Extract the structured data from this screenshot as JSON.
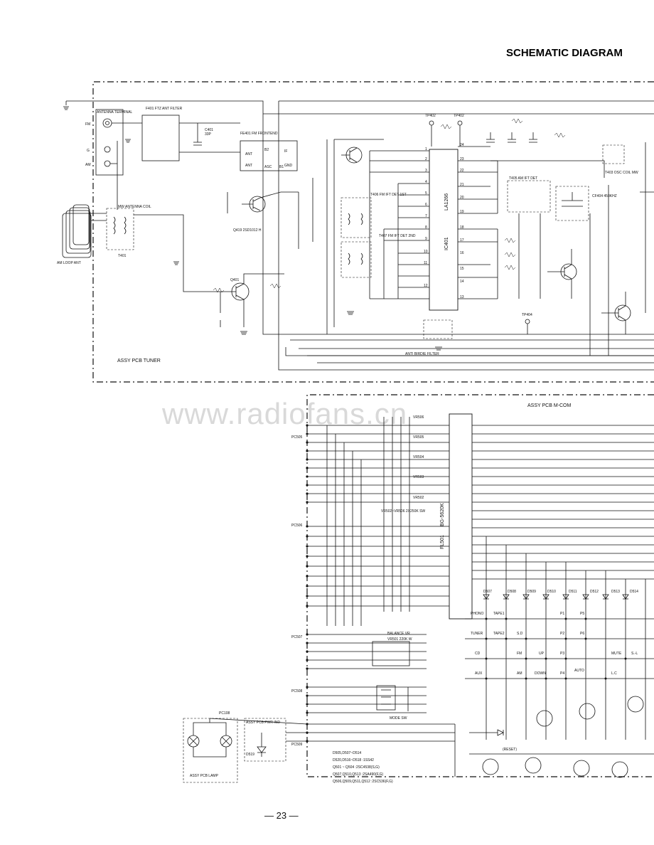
{
  "title": "SCHEMATIC DIAGRAM",
  "watermark": "www.radiofans.cn",
  "page_number": "— 23 —",
  "tuner": {
    "block_label": "ASSY PCB TUNER",
    "antenna_terminal": "ANTENNA TERMINAL",
    "fm": "FM",
    "g": "G",
    "am": "AM",
    "fm_filter": "F401 FTZ ANT FILTER",
    "fm_frontend": "FE401 FM FRONTEND",
    "mw_coil": "MW ANTENNA COIL",
    "am_loop": "AM LOOP ANT",
    "ic": "LA1266",
    "ic_ref": "IC401",
    "fm_ift1": "T406 FM IFT DET 1ST",
    "fm_ift2": "T407 FM IFT DET 2ND",
    "am_ift": "T405 AM IFT DET",
    "osc_coil": "T403 OSC COIL MW",
    "birdie": "ANTI BIRDIE FILTER",
    "cf404": "CF404 450KHZ",
    "q419": "Q419 2SD1012 H",
    "tp402a": "TP402",
    "tp402b": "TP402",
    "tp404": "TP404"
  },
  "mcom": {
    "block_label": "ASSY PCB M-COM",
    "display": "BG-5620K",
    "display_ref": "FL501",
    "vr_group": "VR502~VR506 2X250K SW",
    "balance_label": "BALANCE VR",
    "balance_ref": "VR501 220K W",
    "mode_sw": "MODE SW",
    "vr_labels": [
      "VR506",
      "VR505",
      "VR504",
      "VR503",
      "VR502"
    ],
    "pc_labels": [
      "PC505",
      "PC506",
      "PC507",
      "PC508",
      "PC509"
    ],
    "diode_labels": [
      "D507",
      "D508",
      "D509",
      "D510",
      "D511",
      "D512",
      "D513",
      "D514"
    ],
    "key_row1": [
      "PHONO",
      "TAPE1",
      "P1",
      "P5"
    ],
    "key_row2": [
      "TUNER",
      "TAPE2",
      "S.D",
      "P2",
      "P6"
    ],
    "key_row3": [
      "CD",
      "FM",
      "UP",
      "P3",
      "MUTE",
      "S.-L"
    ],
    "key_row4": [
      "AUX",
      "AM",
      "DOWN",
      "P4",
      "AUTO",
      "L.C"
    ],
    "reset": "(RESET)",
    "notes": [
      "D505,D507~D514",
      "D520,D516~D518 :1SS42",
      "Q501 ~ Q504 :2SC4538(S,G)",
      "Q507,Q510,Q513 :2SA490(F,G)",
      "Q506,Q509,Q511,Q512 :2SC536(F,G)"
    ]
  },
  "lamp": {
    "block_label": "ASSY PCB LAMP",
    "connector": "PC108"
  },
  "pwr": {
    "block_label": "ASSY PCB PWR IND",
    "led": "D519"
  }
}
